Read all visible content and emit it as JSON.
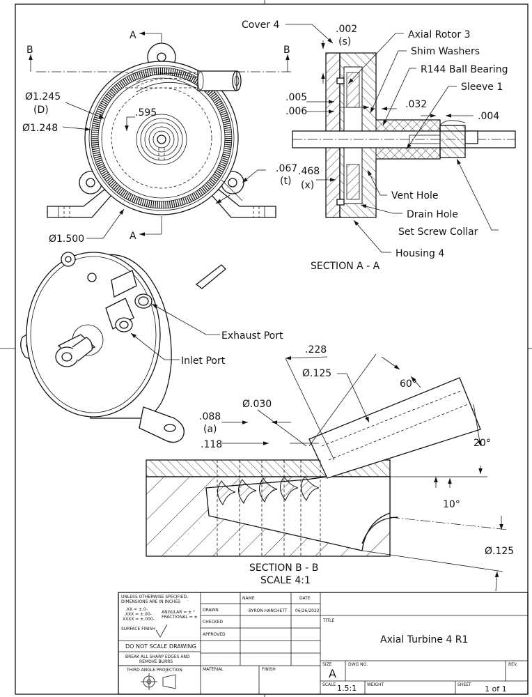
{
  "views": {
    "front": {
      "dims": [
        "Ø1.245",
        "(D)",
        "Ø1.248",
        ".595",
        "Ø1.500",
        ".067",
        "(t)"
      ],
      "cut_labels": {
        "a": "A",
        "b": "B"
      }
    },
    "section_aa": {
      "title": "SECTION A - A",
      "callouts": [
        "Cover 4",
        "Axial Rotor 3",
        "Shim Washers",
        "R144 Ball Bearing",
        "Sleeve 1",
        "Vent Hole",
        "Drain Hole",
        "Set Screw Collar",
        "Housing 4"
      ],
      "dims": [
        ".002",
        "(s)",
        ".005",
        ".006",
        ".032",
        ".004",
        ".468",
        "(x)"
      ]
    },
    "iso": {
      "callouts": [
        "Exhaust Port",
        "Inlet Port"
      ]
    },
    "section_bb": {
      "title": "SECTION B - B",
      "scale": "SCALE 4:1",
      "dims": [
        ".228",
        "Ø.125",
        "60°",
        "Ø.030",
        ".088",
        "(a)",
        ".118",
        "20°",
        "10°",
        "Ø.125"
      ]
    }
  },
  "title_block": {
    "notes": [
      "UNLESS OTHERWISE SPECIFIED,",
      "DIMENSIONS ARE IN INCHES",
      ".XX = ±.0-",
      ".XXX = ±.00-",
      "XXXX = ±.000-",
      "ANGULAR = ± °",
      "FRACTIONAL = ±"
    ],
    "surface_finish": "SURFACE FINISH",
    "do_not_scale": "DO NOT SCALE DRAWING",
    "break_edges": [
      "BREAK ALL SHARP EDGES AND",
      "REMOVE BURRS"
    ],
    "projection": "THIRD ANGLE PROJECTION",
    "name_header": "NAME",
    "date_header": "DATE",
    "drawn_label": "DRAWN",
    "drawn_name": "BYRON HANCHETT",
    "drawn_date": "06/26/2022",
    "checked_label": "CHECKED",
    "approved_label": "APPROVED",
    "material_label": "MATERIAL",
    "finish_label": "FINISH",
    "title_label": "TITLE",
    "title": "Axial Turbine 4 R1",
    "size_label": "SIZE",
    "size": "A",
    "dwg_no_label": "DWG NO.",
    "rev_label": "REV.",
    "scale_label": "SCALE",
    "scale": "1.5:1",
    "weight_label": "WEIGHT",
    "sheet_label": "SHEET",
    "sheet": "1 of 1"
  }
}
